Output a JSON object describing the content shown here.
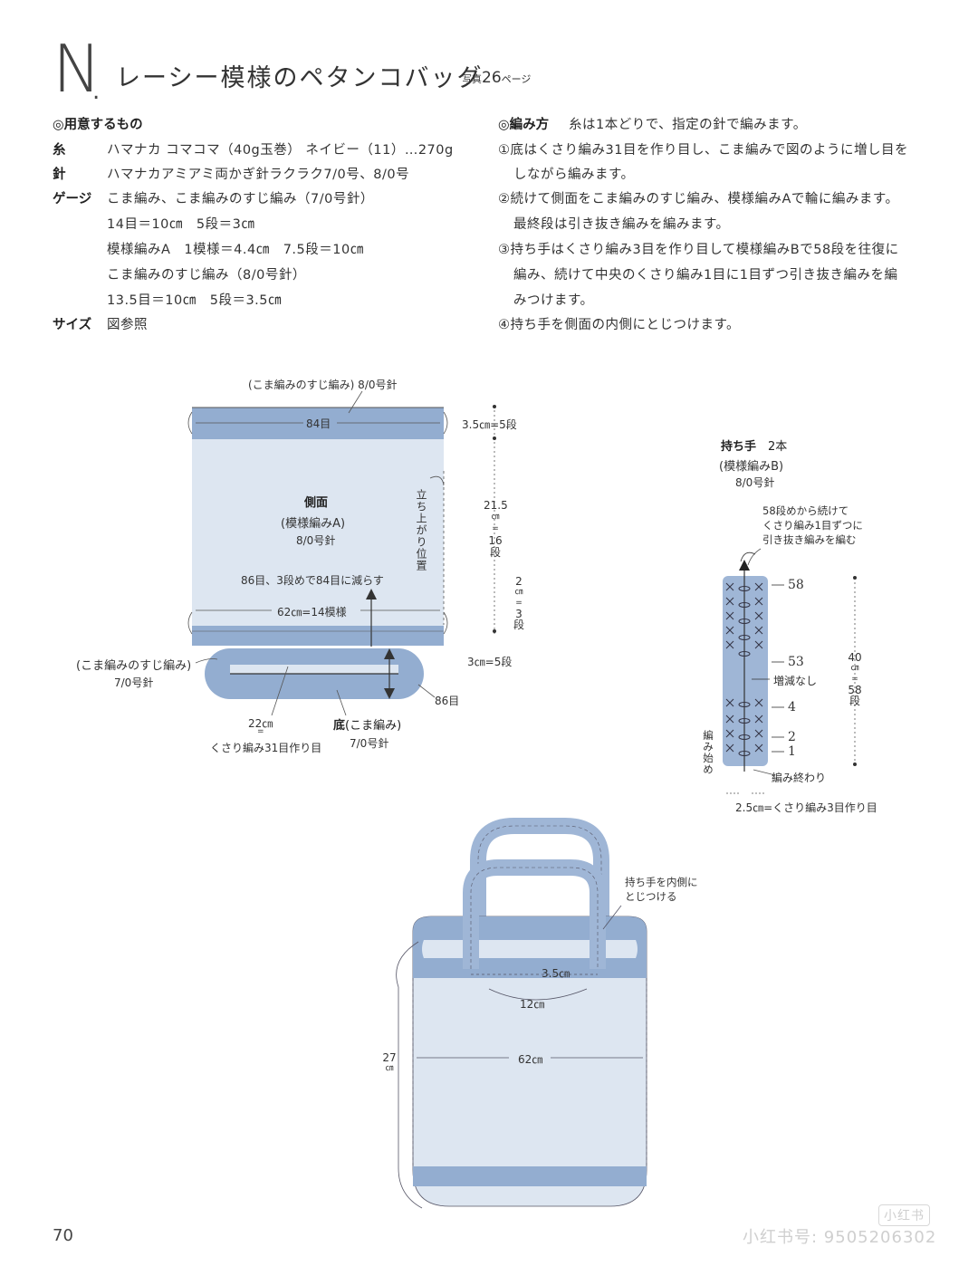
{
  "header": {
    "letter": "N",
    "title": "レーシー模様のペタンコバッグ",
    "photo_prefix": "写真",
    "photo_page": "26",
    "photo_suffix": "ページ"
  },
  "materials": {
    "heading": "◎用意するもの",
    "rows": [
      {
        "label": "糸",
        "text": "ハマナカ コマコマ（40g玉巻） ネイビー（11）…270g"
      },
      {
        "label": "針",
        "text": "ハマナカアミアミ両かぎ針ラクラク7/0号、8/0号"
      },
      {
        "label": "ゲージ",
        "text": "こま編み、こま編みのすじ編み（7/0号針）"
      },
      {
        "label": "",
        "text": "14目＝10㎝　5段＝3㎝"
      },
      {
        "label": "",
        "text": "模様編みA　1模様＝4.4㎝　7.5段＝10㎝"
      },
      {
        "label": "",
        "text": "こま編みのすじ編み（8/0号針）"
      },
      {
        "label": "",
        "text": "13.5目＝10㎝　5段＝3.5㎝"
      },
      {
        "label": "サイズ",
        "text": "図参照"
      }
    ]
  },
  "method": {
    "heading": "◎編み方",
    "intro": "糸は1本どりで、指定の針で編みます。",
    "lines": [
      "①底はくさり編み31目を作り目し、こま編みで図のように増し目を",
      "しながら編みます。",
      "②続けて側面をこま編みのすじ編み、模様編みAで輪に編みます。",
      "最終段は引き抜き編みを編みます。",
      "③持ち手はくさり編み3目を作り目して模様編みBで58段を往復に",
      "編み、続けて中央のくさり編み1目に1目ずつ引き抜き編みを編",
      "みつけます。",
      "④持ち手を側面の内側にとじつけます。"
    ]
  },
  "body_diagram": {
    "top_band_label": "(こま編みのすじ編み) 8/0号針",
    "top_band_count": "84目",
    "top_band_height": "3.5㎝=5段",
    "side_title": "側面",
    "side_pattern": "(模様編みA)",
    "side_needle": "8/0号針",
    "rise_label": "立ち上がり位置",
    "side_height": [
      "21.5",
      "㎝",
      "=",
      "16",
      "段"
    ],
    "decrease_note": "86目、3段めで84目に減らす",
    "width_label": "62㎝=14模様",
    "lower_band_height": [
      "2",
      "㎝",
      "=",
      "3",
      "段"
    ],
    "bottom_band_label": "(こま編みのすじ編み)",
    "bottom_band_needle": "7/0号針",
    "bottom_height": "3㎝=5段",
    "bottom_count": "86目",
    "chain_length": "22㎝",
    "chain_eq": "=",
    "chain_label": "くさり編み31目作り目",
    "base_title": "底",
    "base_pattern": "(こま編み)",
    "base_needle": "7/0号針"
  },
  "handle_diagram": {
    "title": "持ち手",
    "count": "2本",
    "pattern": "(模様編みB)",
    "needle": "8/0号針",
    "note_lines": [
      "58段めから続けて",
      "くさり編み1目ずつに",
      "引き抜き編みを編む"
    ],
    "rows": [
      "58",
      "53",
      "4",
      "2",
      "1"
    ],
    "no_change": "増減なし",
    "height": [
      "40",
      "㎝",
      "=",
      "58",
      "段"
    ],
    "start": "編み始め",
    "end": "編み終わり",
    "width": "2.5㎝=くさり編み3目作り目"
  },
  "finished_bag": {
    "attach_note": [
      "持ち手を内側に",
      "とじつける"
    ],
    "handle_gap": "3.5㎝",
    "handle_span": "12㎝",
    "width": "62㎝",
    "height_value": "27",
    "height_unit": "㎝"
  },
  "footer": {
    "page_number": "70",
    "watermark_badge": "小红书",
    "watermark_id": "小红书号: 9505206302"
  },
  "colors": {
    "band": "#93add0",
    "body": "#dde6f1",
    "bag_body": "#dde6f1",
    "handle": "#9fb6d6",
    "outline": "#555555"
  }
}
